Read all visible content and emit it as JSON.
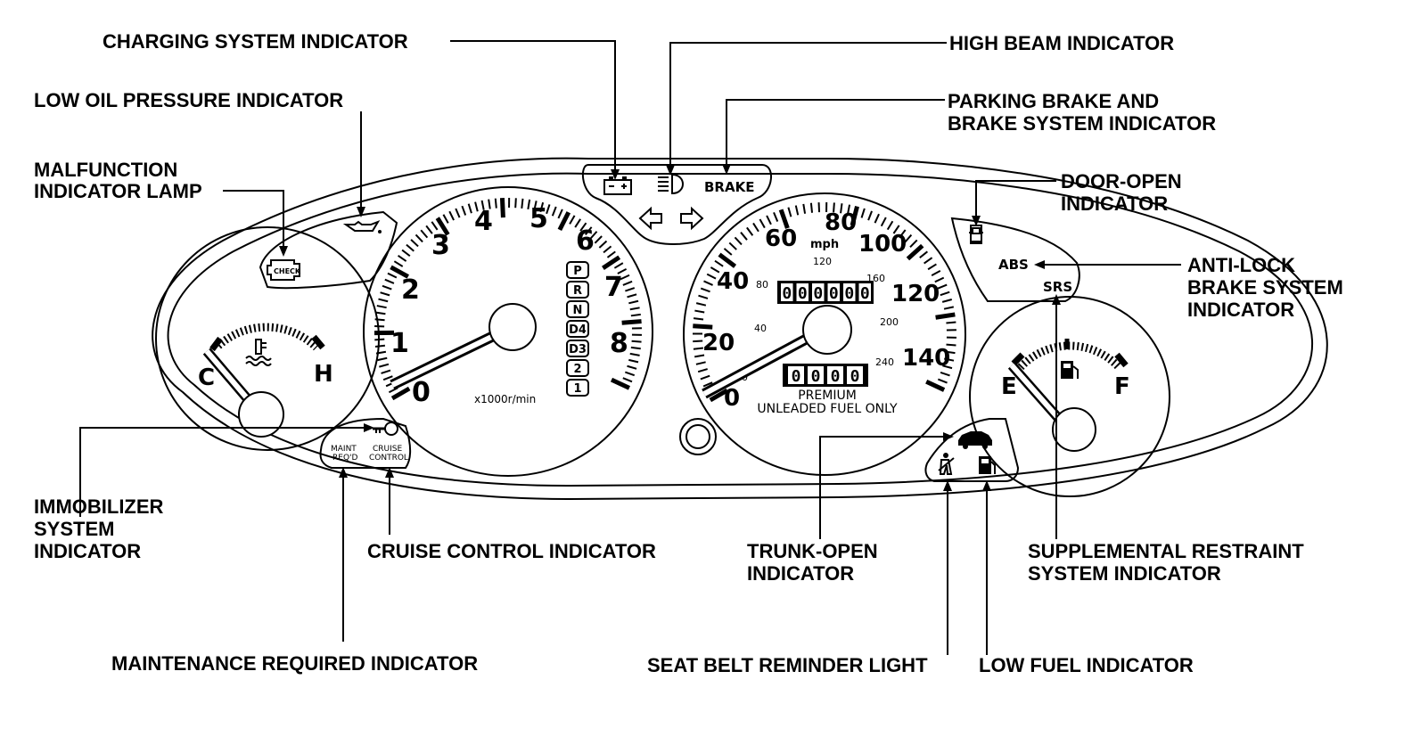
{
  "callouts": {
    "charging_system": "CHARGING SYSTEM INDICATOR",
    "low_oil_pressure": "LOW OIL PRESSURE INDICATOR",
    "malfunction_1": "MALFUNCTION",
    "malfunction_2": "INDICATOR LAMP",
    "high_beam": "HIGH BEAM INDICATOR",
    "parking_brake_1": "PARKING BRAKE AND",
    "parking_brake_2": "BRAKE SYSTEM INDICATOR",
    "door_open_1": "DOOR-OPEN",
    "door_open_2": "INDICATOR",
    "anti_lock_1": "ANTI-LOCK",
    "anti_lock_2": "BRAKE SYSTEM",
    "anti_lock_3": "INDICATOR",
    "immobilizer_1": "IMMOBILIZER",
    "immobilizer_2": "SYSTEM",
    "immobilizer_3": "INDICATOR",
    "cruise_control": "CRUISE CONTROL INDICATOR",
    "trunk_open_1": "TRUNK-OPEN",
    "trunk_open_2": "INDICATOR",
    "srs_1": "SUPPLEMENTAL RESTRAINT",
    "srs_2": "SYSTEM INDICATOR",
    "maintenance_required": "MAINTENANCE REQUIRED INDICATOR",
    "seat_belt": "SEAT BELT REMINDER LIGHT",
    "low_fuel": "LOW FUEL INDICATOR"
  },
  "panel_labels": {
    "brake": "BRAKE",
    "check": "CHECK",
    "abs": "ABS",
    "srs": "SRS",
    "maint_1": "MAINT",
    "maint_2": "REQ'D",
    "cruise_1": "CRUISE",
    "cruise_2": "CONTROL",
    "rpm_unit": "x1000r/min",
    "mph_unit": "mph",
    "fuel_note_1": "PREMIUM",
    "fuel_note_2": "UNLEADED FUEL ONLY",
    "temp_cold": "C",
    "temp_hot": "H",
    "fuel_empty": "E",
    "fuel_full": "F",
    "odometer": "000000",
    "trip": "0000"
  },
  "tachometer_numbers": [
    "0",
    "1",
    "2",
    "3",
    "4",
    "5",
    "6",
    "7",
    "8"
  ],
  "gear_positions": [
    "P",
    "R",
    "N",
    "D4",
    "D3",
    "2",
    "1"
  ],
  "speed_mph": [
    "0",
    "20",
    "40",
    "60",
    "80",
    "100",
    "120",
    "140"
  ],
  "speed_kmh": [
    "0",
    "40",
    "80",
    "120",
    "160",
    "200",
    "240"
  ]
}
